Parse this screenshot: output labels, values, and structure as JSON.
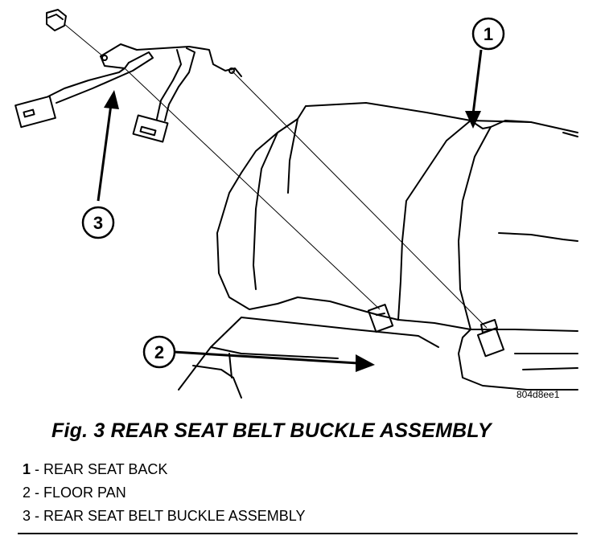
{
  "figure": {
    "callouts": [
      "1",
      "2",
      "3"
    ],
    "image_code": "804d8ee1",
    "caption": "Fig. 3 REAR SEAT BELT BUCKLE ASSEMBLY"
  },
  "legend": [
    {
      "number": "1",
      "separator": " - ",
      "label": "REAR SEAT BACK"
    },
    {
      "number": "2",
      "separator": " - ",
      "label": "FLOOR PAN"
    },
    {
      "number": "3",
      "separator": " - ",
      "label": "REAR SEAT BELT BUCKLE ASSEMBLY"
    }
  ]
}
